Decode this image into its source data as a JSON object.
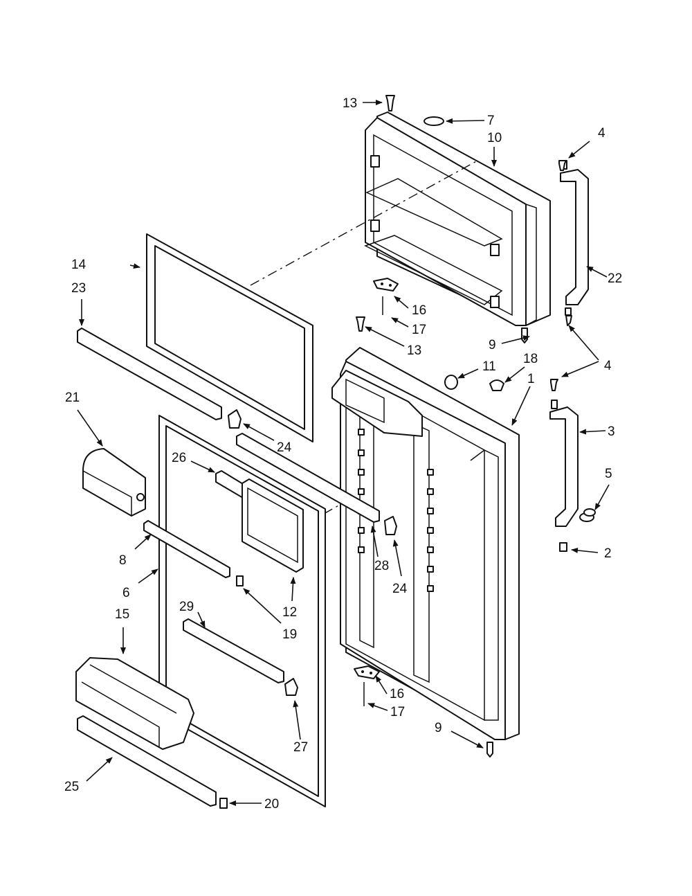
{
  "callouts": {
    "c1": "1",
    "c2": "2",
    "c3": "3",
    "c4a": "4",
    "c4b": "4",
    "c5": "5",
    "c6": "6",
    "c7": "7",
    "c8": "8",
    "c9a": "9",
    "c9b": "9",
    "c10": "10",
    "c11": "11",
    "c12": "12",
    "c13a": "13",
    "c13b": "13",
    "c14": "14",
    "c15": "15",
    "c16a": "16",
    "c16b": "16",
    "c17a": "17",
    "c17b": "17",
    "c18": "18",
    "c19": "19",
    "c20": "20",
    "c21": "21",
    "c22": "22",
    "c23": "23",
    "c24a": "24",
    "c24b": "24",
    "c25": "25",
    "c26": "26",
    "c27": "27",
    "c28": "28",
    "c29": "29"
  },
  "colors": {
    "line": "#111111",
    "background": "#ffffff"
  }
}
